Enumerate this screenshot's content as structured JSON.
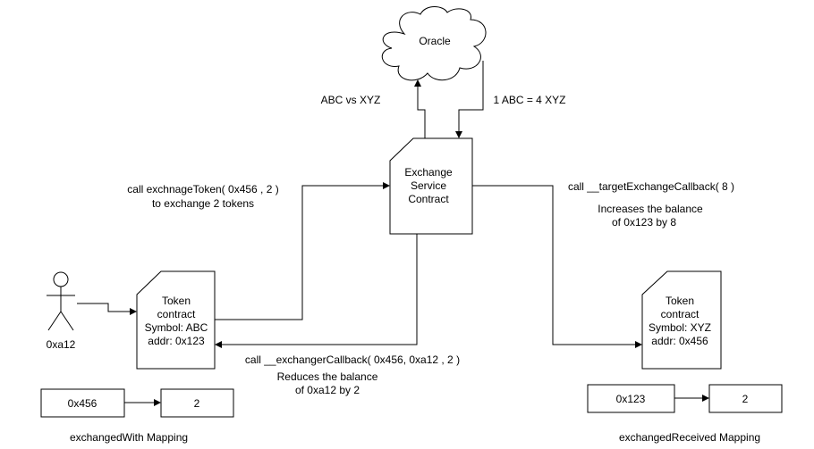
{
  "oracle": {
    "label": "Oracle"
  },
  "exchange": {
    "lines": [
      "Exchange",
      "Service",
      "Contract"
    ]
  },
  "token_abc": {
    "lines": [
      "Token",
      "contract",
      "Symbol: ABC",
      "addr: 0x123"
    ]
  },
  "token_xyz": {
    "lines": [
      "Token",
      "contract",
      "Symbol: XYZ",
      "addr: 0x456"
    ]
  },
  "actor": {
    "label": "0xa12"
  },
  "edges": {
    "abc_vs_xyz": "ABC vs XYZ",
    "rate": "1 ABC = 4 XYZ",
    "call_exchange": [
      "call exchnageToken( 0x456 , 2 )",
      "to exchange 2 tokens"
    ],
    "call_target": "call __targetExchangeCallback( 8 )",
    "increases": [
      "Increases the balance",
      "of 0x123 by 8"
    ],
    "call_exchanger": "call __exchangerCallback( 0x456, 0xa12 , 2 )",
    "reduces": [
      "Reduces the balance",
      "of 0xa12 by 2"
    ]
  },
  "mapping_with": {
    "key": "0x456",
    "value": "2",
    "label": "exchangedWith Mapping"
  },
  "mapping_received": {
    "key": "0x123",
    "value": "2",
    "label": "exchangedReceived Mapping"
  }
}
